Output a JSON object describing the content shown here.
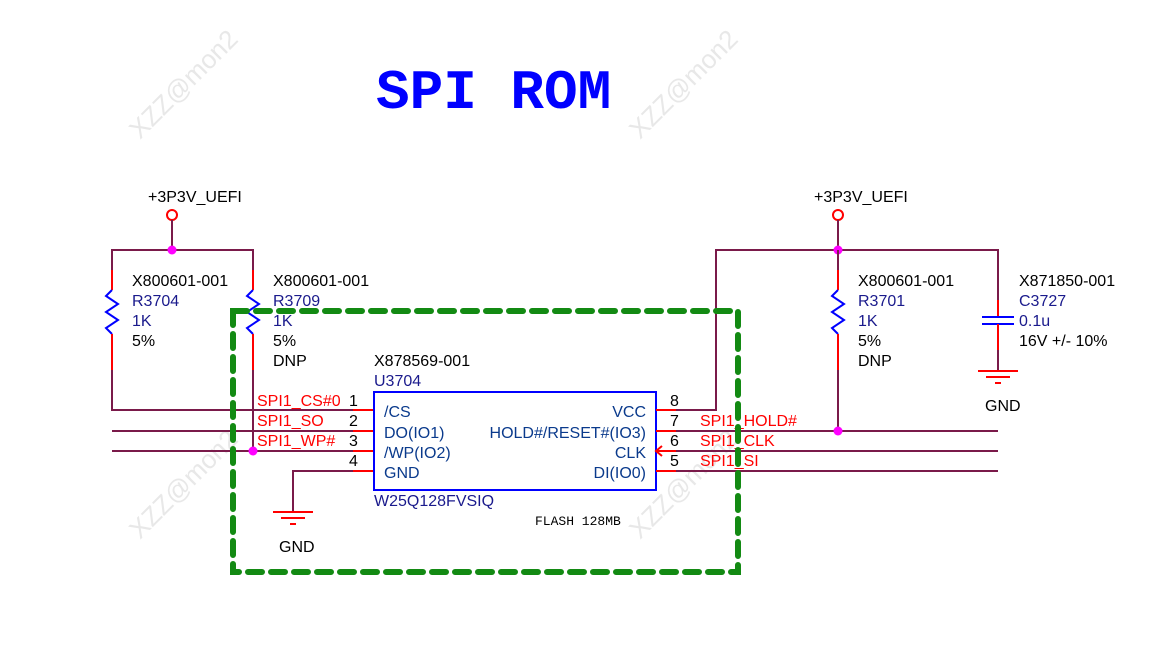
{
  "title": "SPI ROM",
  "watermark": "XZZ@mon2",
  "power_rails": [
    {
      "label": "+3P3V_UEFI"
    },
    {
      "label": "+3P3V_UEFI"
    }
  ],
  "resistors": [
    {
      "part": "X800601-001",
      "ref": "R3704",
      "value": "1K",
      "tol": "5%",
      "note": ""
    },
    {
      "part": "X800601-001",
      "ref": "R3709",
      "value": "1K",
      "tol": "5%",
      "note": "DNP"
    },
    {
      "part": "X800601-001",
      "ref": "R3701",
      "value": "1K",
      "tol": "5%",
      "note": "DNP"
    }
  ],
  "capacitor": {
    "part": "X871850-001",
    "ref": "C3727",
    "value": "0.1u",
    "rating": "16V  +/- 10%"
  },
  "ic": {
    "part": "X878569-001",
    "ref": "U3704",
    "name": "W25Q128FVSIQ",
    "description": "FLASH 128MB",
    "left_pins": [
      {
        "num": "1",
        "name": "/CS",
        "net": "SPI1_CS#0"
      },
      {
        "num": "2",
        "name": "DO(IO1)",
        "net": "SPI1_SO"
      },
      {
        "num": "3",
        "name": "/WP(IO2)",
        "net": "SPI1_WP#"
      },
      {
        "num": "4",
        "name": "GND",
        "net": ""
      }
    ],
    "right_pins": [
      {
        "num": "8",
        "name": "VCC",
        "net": ""
      },
      {
        "num": "7",
        "name": "HOLD#/RESET#(IO3)",
        "net": "SPI1_HOLD#"
      },
      {
        "num": "6",
        "name": "CLK",
        "net": "SPI1_CLK"
      },
      {
        "num": "5",
        "name": "DI(IO0)",
        "net": "SPI1_SI"
      }
    ]
  },
  "grounds": [
    {
      "label": "GND"
    },
    {
      "label": "GND"
    }
  ],
  "colors": {
    "title": "#0000ff",
    "wire": "#7a1a4a",
    "pin_stub": "#ff0000",
    "component": "#0000ff",
    "junction": "#ff00ff",
    "boundary": "#138a13",
    "net_label": "#ff0000"
  }
}
